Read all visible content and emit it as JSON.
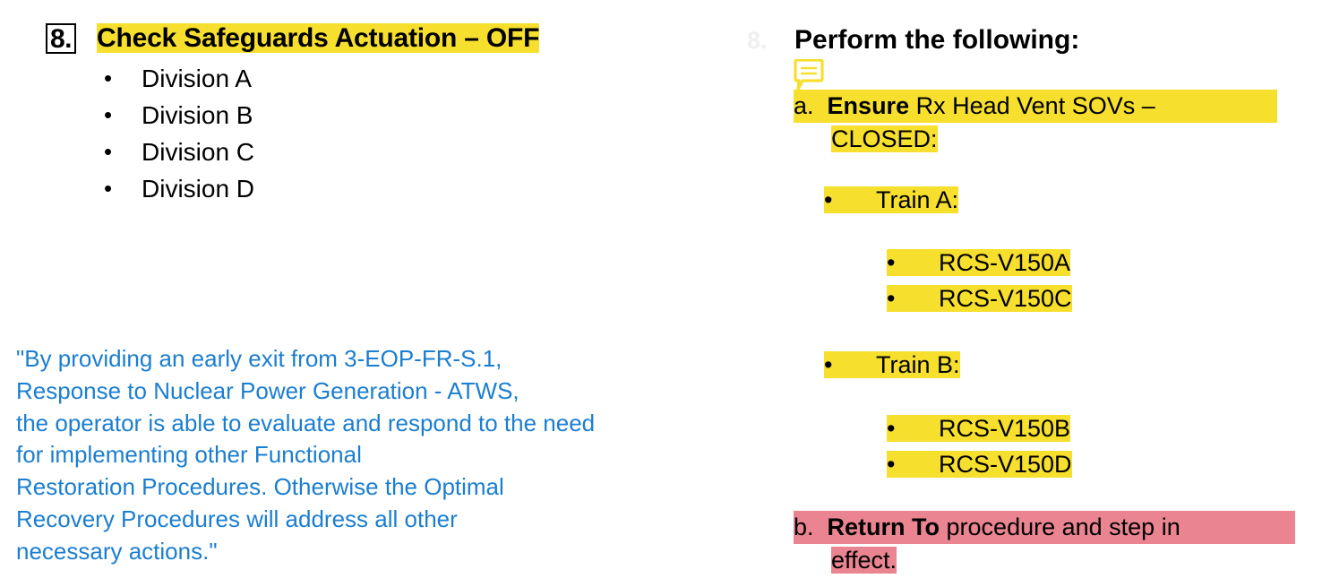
{
  "colors": {
    "highlight_yellow": "#F7DF2E",
    "highlight_pink": "#E98490",
    "quote_blue": "#1B7ED0",
    "text_black": "#000000",
    "background": "#FFFFFF"
  },
  "left": {
    "step_number": "8.",
    "step_heading": "Check Safeguards Actuation – OFF",
    "divisions": [
      {
        "label": "Division A"
      },
      {
        "label": "Division B"
      },
      {
        "label": "Division C"
      },
      {
        "label": "Division D"
      }
    ],
    "quote_lines": [
      "\"By providing an early exit from 3-EOP-FR-S.1,",
      "Response to Nuclear Power Generation - ATWS,",
      "the operator is able to evaluate and respond to the need",
      "for implementing other Functional",
      "Restoration Procedures.  Otherwise the Optimal",
      "Recovery Procedures will address all other",
      "necessary actions.\""
    ],
    "ghost_marker": "8."
  },
  "right": {
    "heading": "Perform the following:",
    "comment_icon_name": "comment-bubble-icon",
    "item_a": {
      "marker": "a.",
      "bold_text": "Ensure",
      "rest_text": " Rx Head Vent SOVs –",
      "continuation": "CLOSED:"
    },
    "train_a": {
      "bullet": "•",
      "label": "Train A:",
      "valves": [
        {
          "bullet": "•",
          "label": "RCS-V150A"
        },
        {
          "bullet": "•",
          "label": "RCS-V150C"
        }
      ]
    },
    "train_b": {
      "bullet": "•",
      "label": "Train B:",
      "valves": [
        {
          "bullet": "•",
          "label": "RCS-V150B"
        },
        {
          "bullet": "•",
          "label": "RCS-V150D"
        }
      ]
    },
    "item_b": {
      "marker": "b.",
      "bold_text": "Return To",
      "rest_text": " procedure and step in",
      "continuation": "effect."
    }
  }
}
